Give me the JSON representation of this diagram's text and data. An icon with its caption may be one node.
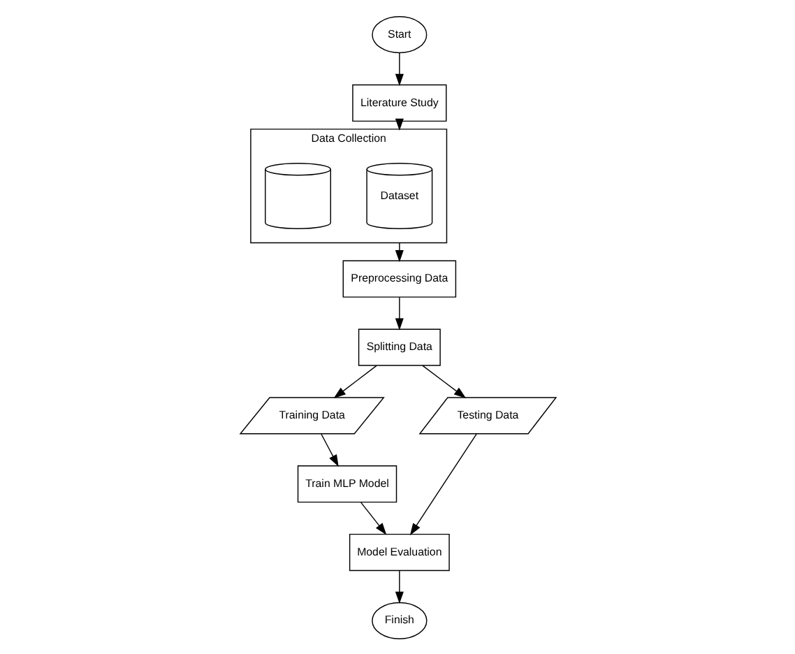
{
  "diagram": {
    "nodes": [
      {
        "text": [
          "Start"
        ]
      },
      {
        "text": [
          "Literature Study"
        ]
      },
      {
        "text": [
          "Data Collection"
        ]
      },
      {
        "text": [
          "Dataset"
        ],
        "in": 2
      },
      {
        "text": [],
        "shape": "cylinder",
        "in": 2
      },
      {
        "text": [
          "Preprocessing Data"
        ]
      },
      {
        "text": [
          "Splitting Data"
        ]
      },
      {
        "text": [
          "Training Data"
        ]
      },
      {
        "text": [
          "Testing Data"
        ]
      },
      {
        "text": [
          "Train MLP Model"
        ]
      },
      {
        "text": [
          "Model Evaluation"
        ]
      },
      {
        "text": [
          "Finish"
        ]
      }
    ],
    "edges": [
      {
        "from": 0,
        "to": 1,
        "arrow": "to"
      },
      {
        "from": 1,
        "to": 2,
        "arrow": "to"
      },
      {
        "from": 2,
        "to": 5,
        "arrow": "to"
      },
      {
        "from": 5,
        "to": 6,
        "arrow": "to"
      },
      {
        "from": 6,
        "to": 7,
        "arrow": "to"
      },
      {
        "from": 6,
        "to": 8,
        "arrow": "to"
      },
      {
        "from": 7,
        "to": 9,
        "arrow": "to"
      },
      {
        "from": 9,
        "to": 10,
        "arrow": "to"
      },
      {
        "from": 8,
        "to": 10,
        "arrow": "to"
      },
      {
        "from": 10,
        "to": 11,
        "arrow": "to"
      }
    ]
  }
}
